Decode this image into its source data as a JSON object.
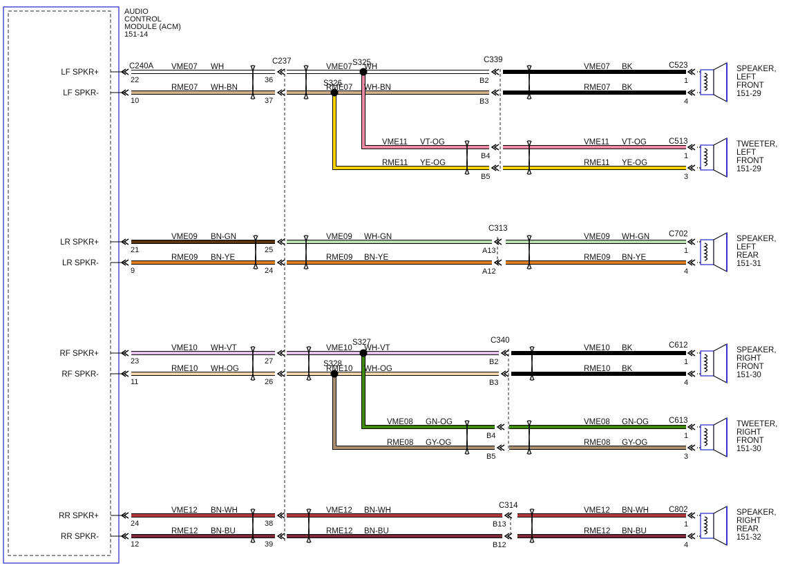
{
  "module": {
    "title_lines": [
      "AUDIO",
      "CONTROL",
      "MODULE (ACM)",
      "151-14"
    ],
    "connector": "C240A",
    "pin_labels": [
      "LF SPKR+",
      "LF SPKR-",
      "LR SPKR+",
      "LR SPKR-",
      "RF SPKR+",
      "RF SPKR-",
      "RR SPKR+",
      "RR SPKR-"
    ]
  },
  "connectors": [
    "C237",
    "C339",
    "C523",
    "C513",
    "C313",
    "C702",
    "C340",
    "C612",
    "C613",
    "C314",
    "C802"
  ],
  "splices": [
    "S325",
    "S326",
    "S327",
    "S328"
  ],
  "colors": {
    "WH": "#ffffff",
    "BK": "#000000",
    "WH-BN": "#d2b08c",
    "VT-OG": "#ee8aa6",
    "YE-OG": "#ffd400",
    "BN-GN": "#5a3410",
    "WH-GN": "#b8dcb0",
    "BN-YE": "#e07e20",
    "WH-VT": "#e3c0e8",
    "WH-OG": "#f6d3a8",
    "GN-OG": "#3d8a0c",
    "GY-OG": "#a89070",
    "BN-WH": "#b23a3a",
    "BN-BU": "#7a2a36",
    "module_border": "#3333cc",
    "speaker_blue": "#3333cc"
  },
  "groups": [
    {
      "wires": [
        {
          "pin_label": "LF SPKR+",
          "acm_pin": "22",
          "c237_pin": "36",
          "segments": [
            {
              "circuit": "VME07",
              "color": "WH"
            },
            {
              "circuit": "VME07",
              "color": "WH"
            },
            {
              "circuit": "VME07",
              "color": "BK"
            }
          ],
          "splice": "S325",
          "end_connector": "C339",
          "end_pin": "B2",
          "device_connector": "C523",
          "device_pin": "1"
        },
        {
          "pin_label": "LF SPKR-",
          "acm_pin": "10",
          "c237_pin": "37",
          "segments": [
            {
              "circuit": "RME07",
              "color": "WH-BN"
            },
            {
              "circuit": "RME07",
              "color": "WH-BN"
            },
            {
              "circuit": "RME07",
              "color": "BK"
            }
          ],
          "splice": "S326",
          "end_connector": "C339",
          "end_pin": "B3",
          "device_pin": "4"
        }
      ],
      "device": {
        "lines": [
          "SPEAKER,",
          "LEFT",
          "FRONT",
          "151-29"
        ]
      },
      "branch": {
        "wires": [
          {
            "segments": [
              {
                "circuit": "VME11",
                "color": "VT-OG"
              },
              {
                "circuit": "VME11",
                "color": "VT-OG"
              }
            ],
            "end_pin": "B4",
            "device_connector": "C513",
            "device_pin": "1"
          },
          {
            "segments": [
              {
                "circuit": "RME11",
                "color": "YE-OG"
              },
              {
                "circuit": "RME11",
                "color": "YE-OG"
              }
            ],
            "end_pin": "B5",
            "device_pin": "3"
          }
        ],
        "device": {
          "lines": [
            "TWEETER,",
            "LEFT",
            "FRONT",
            "151-29"
          ]
        }
      }
    },
    {
      "wires": [
        {
          "pin_label": "LR SPKR+",
          "acm_pin": "21",
          "c237_pin": "25",
          "segments": [
            {
              "circuit": "VME09",
              "color": "BN-GN"
            },
            {
              "circuit": "VME09",
              "color": "WH-GN"
            },
            {
              "circuit": "VME09",
              "color": "WH-GN"
            }
          ],
          "end_connector": "C313",
          "end_pin": "A13",
          "device_connector": "C702",
          "device_pin": "1"
        },
        {
          "pin_label": "LR SPKR-",
          "acm_pin": "9",
          "c237_pin": "24",
          "segments": [
            {
              "circuit": "RME09",
              "color": "BN-YE"
            },
            {
              "circuit": "RME09",
              "color": "BN-YE"
            },
            {
              "circuit": "RME09",
              "color": "BN-YE"
            }
          ],
          "end_connector": "C313",
          "end_pin": "A12",
          "device_pin": "4"
        }
      ],
      "device": {
        "lines": [
          "SPEAKER,",
          "LEFT",
          "REAR",
          "151-31"
        ]
      }
    },
    {
      "wires": [
        {
          "pin_label": "RF SPKR+",
          "acm_pin": "23",
          "c237_pin": "27",
          "segments": [
            {
              "circuit": "VME10",
              "color": "WH-VT"
            },
            {
              "circuit": "VME10",
              "color": "WH-VT"
            },
            {
              "circuit": "VME10",
              "color": "BK"
            }
          ],
          "splice": "S327",
          "end_connector": "C340",
          "end_pin": "B2",
          "device_connector": "C612",
          "device_pin": "1"
        },
        {
          "pin_label": "RF SPKR-",
          "acm_pin": "11",
          "c237_pin": "26",
          "segments": [
            {
              "circuit": "RME10",
              "color": "WH-OG"
            },
            {
              "circuit": "RME10",
              "color": "WH-OG"
            },
            {
              "circuit": "RME10",
              "color": "BK"
            }
          ],
          "splice": "S328",
          "end_connector": "C340",
          "end_pin": "B3",
          "device_pin": "4"
        }
      ],
      "device": {
        "lines": [
          "SPEAKER,",
          "RIGHT",
          "FRONT",
          "151-30"
        ]
      },
      "branch": {
        "wires": [
          {
            "segments": [
              {
                "circuit": "VME08",
                "color": "GN-OG"
              },
              {
                "circuit": "VME08",
                "color": "GN-OG"
              }
            ],
            "end_pin": "B4",
            "device_connector": "C613",
            "device_pin": "1"
          },
          {
            "segments": [
              {
                "circuit": "RME08",
                "color": "GY-OG"
              },
              {
                "circuit": "RME08",
                "color": "GY-OG"
              }
            ],
            "end_pin": "B5",
            "device_pin": "3"
          }
        ],
        "device": {
          "lines": [
            "TWEETER,",
            "RIGHT",
            "FRONT",
            "151-30"
          ]
        }
      }
    },
    {
      "wires": [
        {
          "pin_label": "RR SPKR+",
          "acm_pin": "24",
          "c237_pin": "38",
          "segments": [
            {
              "circuit": "VME12",
              "color": "BN-WH"
            },
            {
              "circuit": "VME12",
              "color": "BN-WH"
            },
            {
              "circuit": "VME12",
              "color": "BN-WH"
            }
          ],
          "end_connector": "C314",
          "end_pin": "B13",
          "device_connector": "C802",
          "device_pin": "1"
        },
        {
          "pin_label": "RR SPKR-",
          "acm_pin": "12",
          "c237_pin": "39",
          "segments": [
            {
              "circuit": "RME12",
              "color": "BN-BU"
            },
            {
              "circuit": "RME12",
              "color": "BN-BU"
            },
            {
              "circuit": "RME12",
              "color": "BN-BU"
            }
          ],
          "end_connector": "C314",
          "end_pin": "B12",
          "device_pin": "4"
        }
      ],
      "device": {
        "lines": [
          "SPEAKER,",
          "RIGHT",
          "REAR",
          "151-32"
        ]
      }
    }
  ]
}
